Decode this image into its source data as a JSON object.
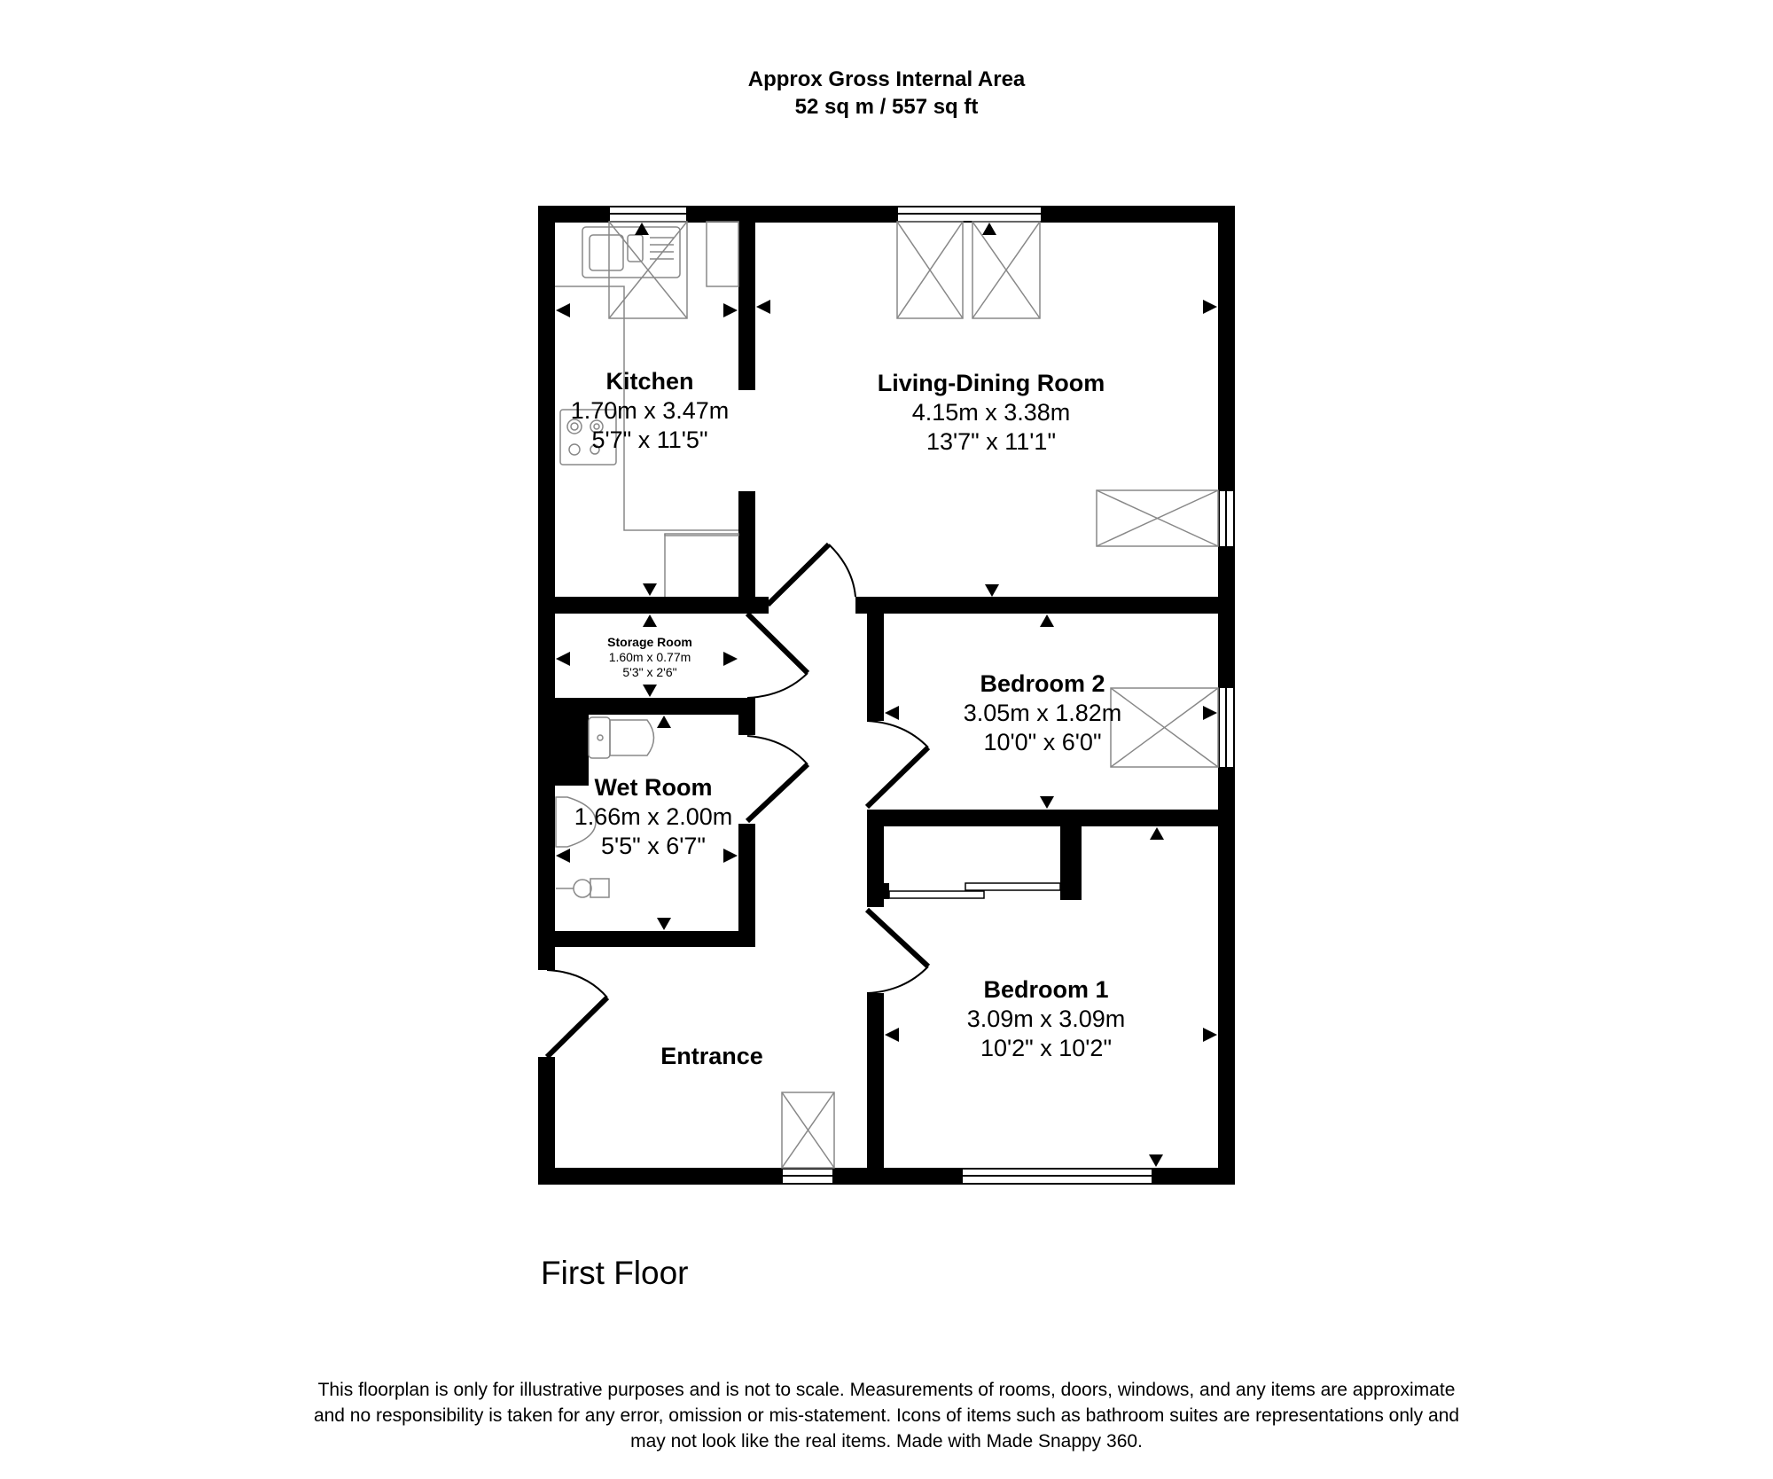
{
  "header": {
    "title": "Approx Gross Internal Area",
    "area": "52 sq m / 557 sq ft"
  },
  "rooms": [
    {
      "id": "kitchen",
      "name": "Kitchen",
      "metric": "1.70m x 3.47m",
      "imperial": "5'7\" x 11'5\""
    },
    {
      "id": "living-dining-room",
      "name": "Living-Dining Room",
      "metric": "4.15m x 3.38m",
      "imperial": "13'7\" x 11'1\""
    },
    {
      "id": "storage-room",
      "name": "Storage Room",
      "metric": "1.60m x 0.77m",
      "imperial": "5'3\" x 2'6\""
    },
    {
      "id": "wet-room",
      "name": "Wet Room",
      "metric": "1.66m x 2.00m",
      "imperial": "5'5\" x 6'7\""
    },
    {
      "id": "bedroom-2",
      "name": "Bedroom 2",
      "metric": "3.05m x 1.82m",
      "imperial": "10'0\" x 6'0\""
    },
    {
      "id": "bedroom-1",
      "name": "Bedroom 1",
      "metric": "3.09m x 3.09m",
      "imperial": "10'2\" x 10'2\""
    },
    {
      "id": "entrance",
      "name": "Entrance"
    }
  ],
  "floor_label": "First Floor",
  "disclaimer": [
    "This floorplan is only for illustrative purposes and is not to scale. Measurements of rooms, doors, windows, and any items are approximate",
    "and no responsibility is taken for any error, omission or mis-statement. Icons of items such as bathroom suites are representations only and",
    "may not look like the real items. Made with Made Snappy 360."
  ],
  "colors": {
    "wall": "#000000",
    "fixture": "#888888",
    "background": "#ffffff"
  }
}
